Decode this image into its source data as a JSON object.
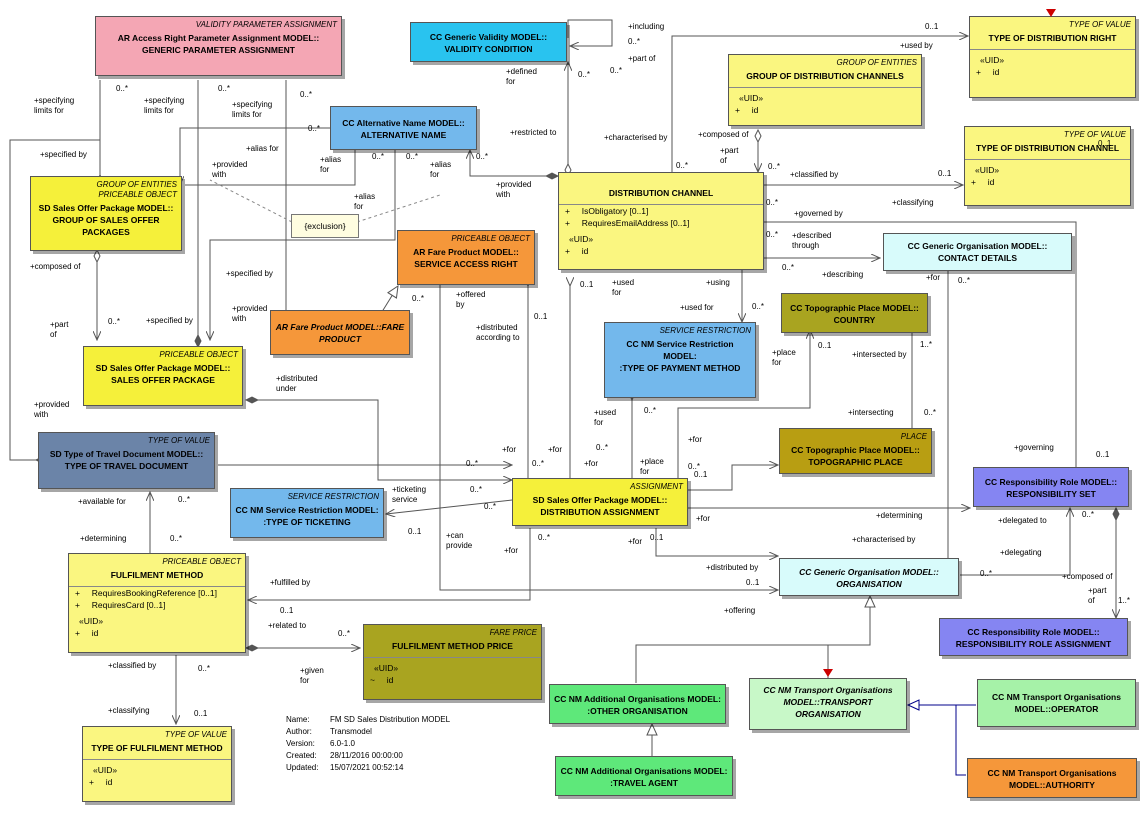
{
  "boxes": {
    "validity_param": {
      "stereo": "VALIDITY PARAMETER ASSIGNMENT",
      "title": "AR Access Right Parameter Assignment MODEL::\nGENERIC PARAMETER ASSIGNMENT"
    },
    "validity_condition": {
      "title": "CC Generic Validity MODEL::\nVALIDITY CONDITION"
    },
    "type_dist_right": {
      "stereo": "TYPE OF VALUE",
      "title": "TYPE OF DISTRIBUTION RIGHT",
      "uid": "«UID»",
      "attr": "+     id"
    },
    "group_dist_channels": {
      "stereo": "GROUP OF ENTITIES",
      "title": "GROUP OF DISTRIBUTION CHANNELS",
      "uid": "«UID»",
      "attr": "+     id"
    },
    "type_dist_channel": {
      "stereo": "TYPE OF VALUE",
      "title": "TYPE OF DISTRIBUTION CHANNEL",
      "uid": "«UID»",
      "attr": "+     id"
    },
    "alt_name": {
      "title": "CC Alternative Name MODEL::\nALTERNATIVE NAME"
    },
    "group_sales_offer": {
      "stereo": "GROUP OF ENTITIES\nPRICEABLE OBJECT",
      "title": "SD Sales Offer Package MODEL::\nGROUP OF SALES OFFER\nPACKAGES"
    },
    "dist_channel": {
      "title": "DISTRIBUTION CHANNEL",
      "attrs": [
        "+     IsObligatory [0..1]",
        "+     RequiresEmailAddress [0..1]"
      ],
      "uid": "«UID»",
      "attr": "+     id"
    },
    "fare_product_service": {
      "stereo": "PRICEABLE OBJECT",
      "title": "AR Fare Product MODEL::\nSERVICE ACCESS RIGHT"
    },
    "contact_details": {
      "title": "CC Generic Organisation MODEL::\nCONTACT DETAILS"
    },
    "fare_product": {
      "title": "AR Fare Product MODEL::FARE\nPRODUCT"
    },
    "country": {
      "title": "CC Topographic Place MODEL::\nCOUNTRY"
    },
    "payment_method": {
      "stereo": "SERVICE RESTRICTION",
      "title": "CC NM Service Restriction MODEL:\n:TYPE OF PAYMENT METHOD"
    },
    "sales_offer": {
      "stereo": "PRICEABLE OBJECT",
      "title": "SD Sales Offer Package MODEL::\nSALES OFFER PACKAGE"
    },
    "travel_doc": {
      "stereo": "TYPE OF VALUE",
      "title": "SD Type of Travel Document MODEL::\nTYPE OF TRAVEL DOCUMENT"
    },
    "topo_place": {
      "stereo": "PLACE",
      "title": "CC Topographic Place MODEL::\nTOPOGRAPHIC PLACE"
    },
    "resp_set": {
      "title": "CC Responsibility Role MODEL::\nRESPONSIBILITY SET"
    },
    "ticketing": {
      "stereo": "SERVICE RESTRICTION",
      "title": "CC NM Service Restriction MODEL:\n:TYPE OF TICKETING"
    },
    "dist_assignment": {
      "stereo": "ASSIGNMENT",
      "title": "SD Sales Offer Package MODEL::\nDISTRIBUTION ASSIGNMENT"
    },
    "fulfilment": {
      "stereo": "PRICEABLE OBJECT",
      "title": "FULFILMENT METHOD",
      "attrs": [
        "+     RequiresBookingReference [0..1]",
        "+     RequiresCard [0..1]"
      ],
      "uid": "«UID»",
      "attr": "+     id"
    },
    "organisation": {
      "title": "CC Generic Organisation MODEL::\nORGANISATION"
    },
    "resp_role_assign": {
      "title": "CC Responsibility Role MODEL::\nRESPONSIBILITY ROLE ASSIGNMENT"
    },
    "fulfilment_price": {
      "stereo": "FARE PRICE",
      "title": "FULFILMENT METHOD PRICE",
      "uid": "«UID»",
      "attr": "~     id"
    },
    "other_org": {
      "title": "CC NM Additional Organisations MODEL:\n:OTHER ORGANISATION"
    },
    "transport_org": {
      "title": "CC NM Transport Organisations\nMODEL::TRANSPORT\nORGANISATION"
    },
    "operator": {
      "title": "CC NM Transport Organisations\nMODEL::OPERATOR"
    },
    "travel_agent": {
      "title": "CC NM Additional Organisations MODEL:\n:TRAVEL AGENT"
    },
    "authority": {
      "title": "CC NM Transport Organisations\nMODEL::AUTHORITY"
    },
    "type_fulfilment": {
      "stereo": "TYPE OF VALUE",
      "title": "TYPE OF FULFILMENT METHOD",
      "uid": "«UID»",
      "attr": "+     id"
    }
  },
  "note": "{exclusion}",
  "meta": {
    "name_k": "Name:",
    "name_v": "FM SD Sales Distribution MODEL",
    "author_k": "Author:",
    "author_v": "Transmodel",
    "version_k": "Version:",
    "version_v": "6.0-1.0",
    "created_k": "Created:",
    "created_v": "28/11/2016 00:00:00",
    "updated_k": "Updated:",
    "updated_v": "15/07/2021 00:52:14"
  },
  "labels": [
    "+including",
    "0..*",
    "+part of",
    "0..*",
    "+defined\nfor",
    "0..*",
    "0..1",
    "+used by",
    "0..1",
    "+specifying\nlimits for",
    "0..*",
    "+specifying\nlimits for",
    "0..*",
    "+specifying\nlimits for",
    "0..*",
    "0..*",
    "+specified by",
    "+alias for",
    "+provided\nwith",
    "+alias\nfor",
    "0..*",
    "0..*",
    "+alias\nfor",
    "0..*",
    "+provided\nwith",
    "+alias\nfor",
    "+restricted to",
    "+characterised by",
    "0..*",
    "+composed of",
    "+part\nof",
    "0..*",
    "+classified by",
    "0..1",
    "+classifying",
    "0..*",
    "+governed by",
    "0..*",
    "+described\nthrough",
    "0..*",
    "+describing",
    "+composed of",
    "+part\nof",
    "0..*",
    "+specified by",
    "+specified by",
    "+provided\nwith",
    "0..*",
    "+offered\nby",
    "+distributed\naccording to",
    "0..1",
    "0..1",
    "+used\nfor",
    "+using",
    "+used for",
    "0..*",
    "0..1",
    "+for",
    "0..*",
    "+place\nfor",
    "+intersected by",
    "1..*",
    "+intersecting",
    "0..*",
    "+distributed\nunder",
    "+provided\nwith",
    "+used\nfor",
    "0..*",
    "+for",
    "0..*",
    "0..*",
    "+for",
    "0..*",
    "+for",
    "0..*",
    "+for",
    "0..*",
    "+place\nfor",
    "0..1",
    "+governing",
    "0..1",
    "+available for",
    "0..*",
    "+determining",
    "0..*",
    "+ticketing\nservice",
    "0..*",
    "0..1",
    "+can\nprovide",
    "+for",
    "0..*",
    "+for",
    "0..1",
    "+for",
    "+determining",
    "+delegated to",
    "0..*",
    "+characterised by",
    "+delegating",
    "0..*",
    "+distributed by",
    "0..1",
    "+fulfilled by",
    "0..1",
    "+offering",
    "+composed of",
    "+part\nof",
    "1..*",
    "+related to",
    "0..*",
    "+given\nfor",
    "+classified by",
    "0..*",
    "+classifying",
    "0..1"
  ]
}
